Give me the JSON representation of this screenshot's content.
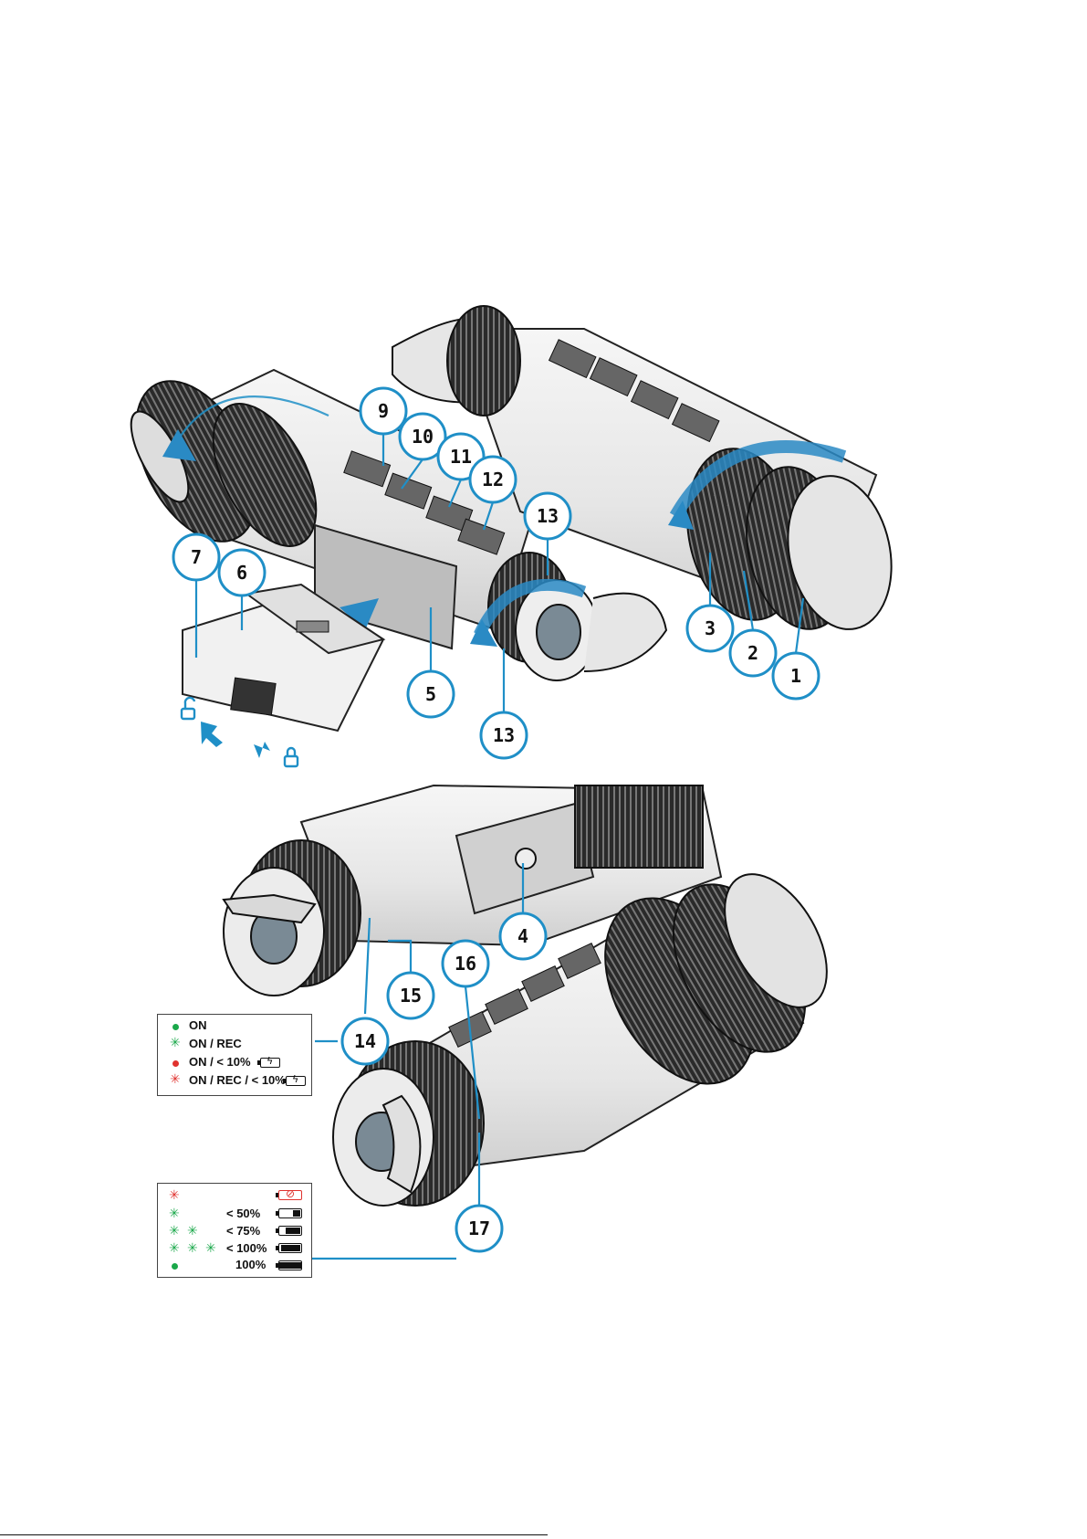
{
  "colors": {
    "accent_blue": "#1f8fc7",
    "led_green": "#1aa84a",
    "led_red": "#e0322e",
    "body_gray": "#e9e9e9",
    "dark": "#222222"
  },
  "callouts": [
    "1",
    "2",
    "3",
    "4",
    "5",
    "6",
    "7",
    "9",
    "10",
    "11",
    "12",
    "13",
    "13",
    "14",
    "15",
    "16",
    "17"
  ],
  "icons": {
    "unlock": "unlock-icon",
    "lock": "lock-icon",
    "arrow": "arrow-icon"
  },
  "legend_led": {
    "rows": [
      {
        "led": "green-dot",
        "text": "ON"
      },
      {
        "led": "green-flash",
        "text": "ON / REC"
      },
      {
        "led": "red-dot",
        "text": "ON / < 10%"
      },
      {
        "led": "red-flash",
        "text": "ON / REC / < 10%"
      }
    ]
  },
  "legend_battery": {
    "rows": [
      {
        "flashes": 1,
        "color": "red",
        "text": "",
        "level": 0
      },
      {
        "flashes": 1,
        "color": "green",
        "text": "< 50%",
        "level": 0.35
      },
      {
        "flashes": 2,
        "color": "green",
        "text": "< 75%",
        "level": 0.65
      },
      {
        "flashes": 3,
        "color": "green",
        "text": "< 100%",
        "level": 0.9
      },
      {
        "flashes": 0,
        "color": "green",
        "text": "100%",
        "level": 1.0
      }
    ]
  }
}
